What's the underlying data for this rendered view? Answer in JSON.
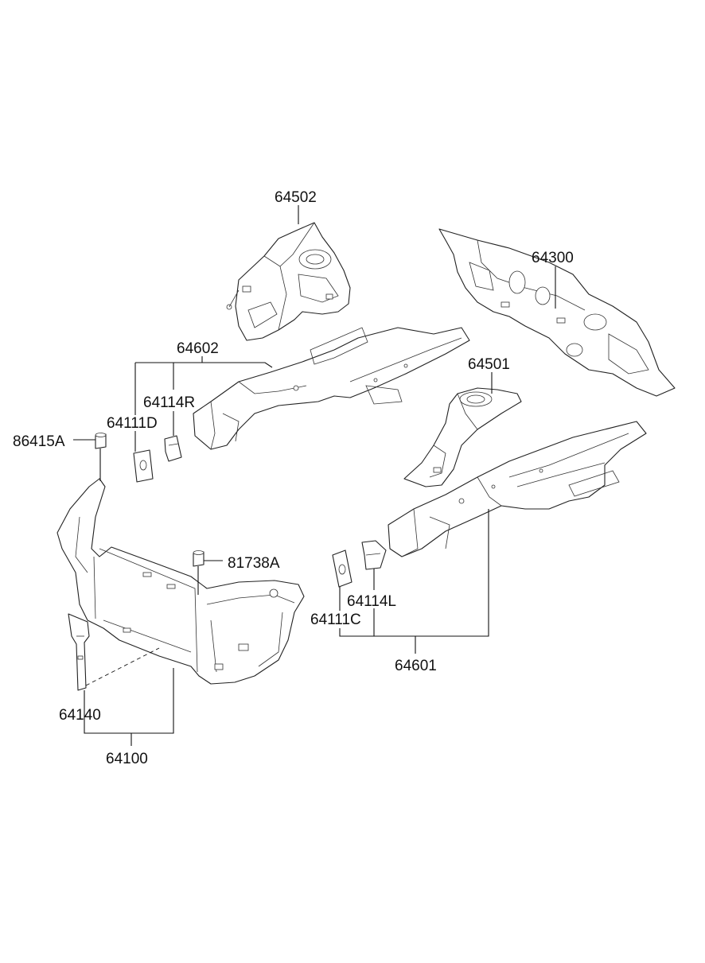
{
  "labels": {
    "p64502": "64502",
    "p64300": "64300",
    "p64602": "64602",
    "p64501": "64501",
    "p64114R": "64114R",
    "p64111D": "64111D",
    "p86415A": "86415A",
    "p81738A": "81738A",
    "p64114L": "64114L",
    "p64111C": "64111C",
    "p64601": "64601",
    "p64140": "64140",
    "p64100": "64100"
  }
}
